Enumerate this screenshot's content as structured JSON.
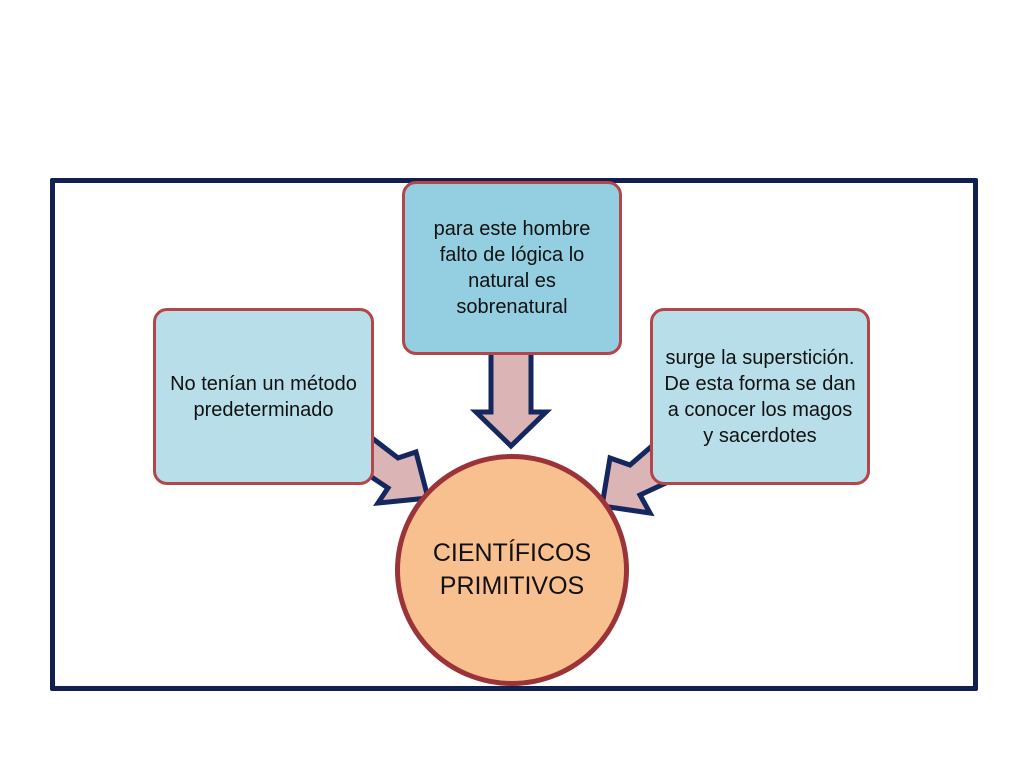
{
  "diagram": {
    "center_label": "CIENTÍFICOS PRIMITIVOS",
    "boxes": [
      {
        "id": "left",
        "text": "No tenían un método predeterminado"
      },
      {
        "id": "top",
        "text": "para este hombre falto de lógica lo natural es sobrenatural"
      },
      {
        "id": "right",
        "text": "surge la superstición. De esta forma se dan a conocer los magos y sacerdotes"
      }
    ]
  },
  "colors": {
    "frame_border": "#11204f",
    "box_fill": "#b8dfe9",
    "top_box_fill": "#93cfe0",
    "box_border": "#b3464a",
    "circle_fill": "#f8c08f",
    "circle_border": "#9b3339",
    "arrow_fill": "#dbb4b6",
    "arrow_outline": "#14275f"
  }
}
